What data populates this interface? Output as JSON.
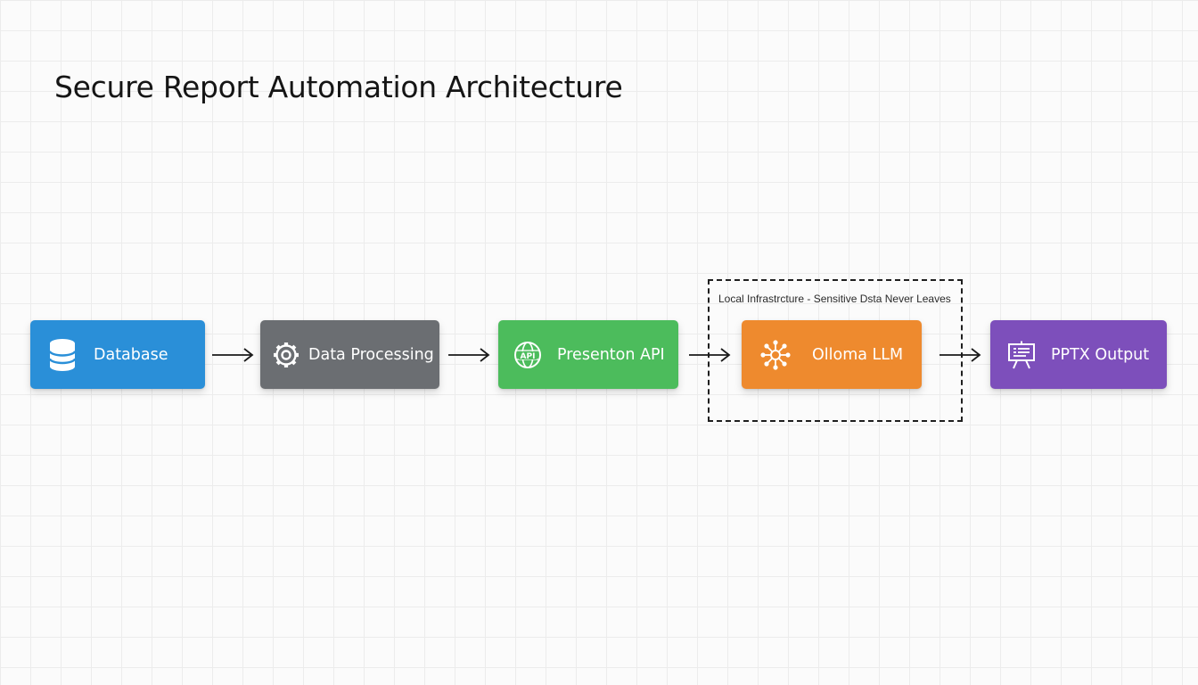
{
  "diagram": {
    "title": "Secure Report Automation Architecture",
    "nodes": [
      {
        "id": "database",
        "label": "Database",
        "icon": "database-icon",
        "color": "#2a8fd8"
      },
      {
        "id": "data-processing",
        "label": "Data Processing",
        "icon": "gear-icon",
        "color": "#6b6e72"
      },
      {
        "id": "presenton-api",
        "label": "Presenton API",
        "icon": "api-globe-icon",
        "color": "#4cbc5c"
      },
      {
        "id": "olloma-llm",
        "label": "Olloma LLM",
        "icon": "network-nodes-icon",
        "color": "#ee8a2e"
      },
      {
        "id": "pptx-output",
        "label": "PPTX Output",
        "icon": "presentation-board-icon",
        "color": "#7d4fbb"
      }
    ],
    "boundary": {
      "label": "Local Infrastrcture - Sensitive Dsta Never Leaves",
      "contains": [
        "olloma-llm"
      ],
      "style": "dashed"
    },
    "edges": [
      {
        "from": "database",
        "to": "data-processing"
      },
      {
        "from": "data-processing",
        "to": "presenton-api"
      },
      {
        "from": "presenton-api",
        "to": "olloma-llm"
      },
      {
        "from": "olloma-llm",
        "to": "pptx-output"
      }
    ]
  }
}
